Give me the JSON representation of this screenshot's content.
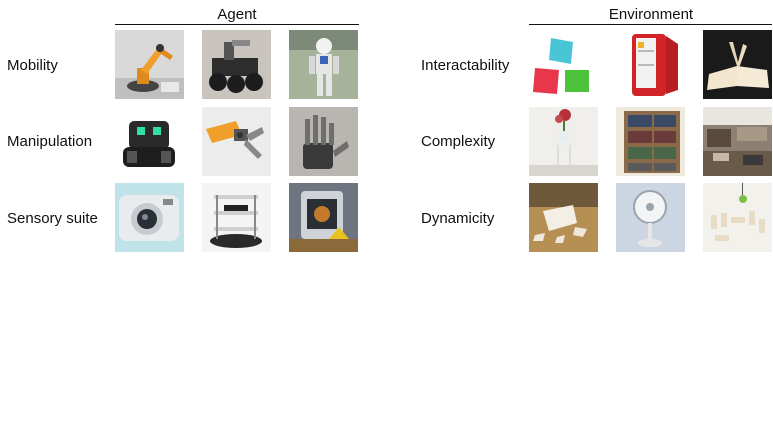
{
  "agent": {
    "header": "Agent",
    "rows": [
      {
        "label": "Mobility",
        "images": [
          "robot-arm-image",
          "tracked-rover-robot-image",
          "humanoid-robot-image"
        ]
      },
      {
        "label": "Manipulation",
        "images": [
          "cozmo-robot-image",
          "robotic-gripper-image",
          "robotic-hand-image"
        ]
      },
      {
        "label": "Sensory suite",
        "images": [
          "camera-image",
          "turtlebot-sensor-robot-image",
          "robot-sensor-head-image"
        ]
      }
    ]
  },
  "environment": {
    "header": "Environment",
    "rows": [
      {
        "label": "Interactability",
        "images": [
          "toy-blocks-image",
          "red-fridge-image",
          "open-book-image"
        ]
      },
      {
        "label": "Complexity",
        "images": [
          "flower-vase-stool-image",
          "bookshelf-image",
          "cluttered-room-image"
        ]
      },
      {
        "label": "Dynamicity",
        "images": [
          "broken-cup-image",
          "electric-fan-image",
          "falling-dominoes-image"
        ]
      }
    ]
  }
}
